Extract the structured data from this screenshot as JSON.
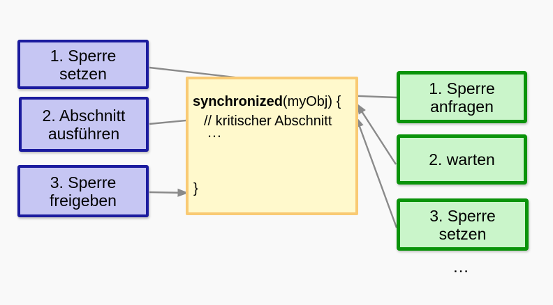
{
  "colors": {
    "background": "#f9f9f9",
    "left_box_fill": "#c6c6f3",
    "left_box_border": "#1b1b9e",
    "code_box_fill": "#fff9cc",
    "code_box_border": "#f9ca74",
    "right_box_fill": "#caf5ca",
    "right_box_border": "#0a930a",
    "arrow": "#8a8a8a",
    "text": "#000000"
  },
  "left_steps": [
    {
      "label": "1. Sperre\nsetzen"
    },
    {
      "label": "2. Abschnitt\nausführen"
    },
    {
      "label": "3. Sperre\nfreigeben"
    }
  ],
  "right_steps": [
    {
      "label": "1. Sperre\nanfragen"
    },
    {
      "label": "2. warten"
    },
    {
      "label": "3. Sperre\nsetzen"
    }
  ],
  "code": {
    "keyword": "synchronized",
    "signature_rest": "(myObj) {",
    "comment": "// kritischer Abschnitt",
    "ellipsis": "…",
    "closing_brace": "}"
  },
  "bottom_ellipsis": "…"
}
